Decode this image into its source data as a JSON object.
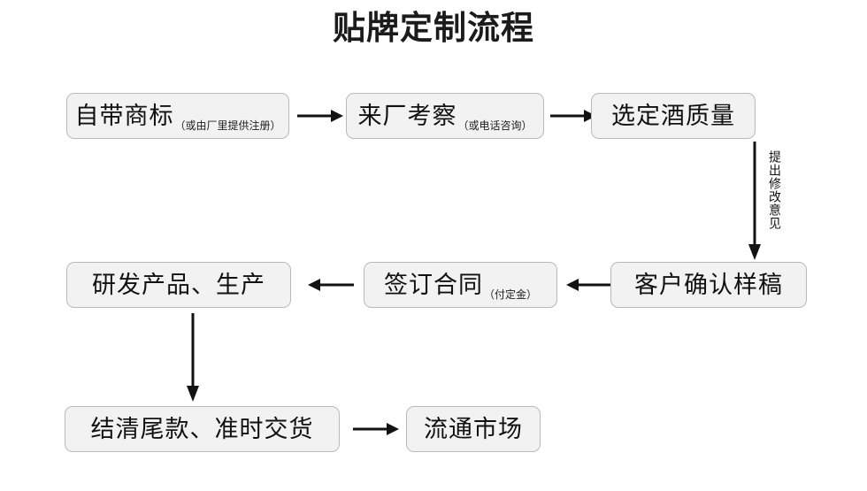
{
  "title": "贴牌定制流程",
  "nodes": [
    {
      "id": "node-own-trademark",
      "main": "自带商标",
      "note": "（或由厂里提供注册）"
    },
    {
      "id": "node-factory-visit",
      "main": "来厂考察",
      "note": "（或电话咨询）"
    },
    {
      "id": "node-select-quality",
      "main": "选定酒质量",
      "note": ""
    },
    {
      "id": "node-customer-confirm",
      "main": "客户确认样稿",
      "note": ""
    },
    {
      "id": "node-sign-contract",
      "main": "签订合同",
      "note": "（付定金）"
    },
    {
      "id": "node-develop-produce",
      "main": "研发产品、生产",
      "note": ""
    },
    {
      "id": "node-settle-deliver",
      "main": "结清尾款、准时交货",
      "note": ""
    },
    {
      "id": "node-market",
      "main": "流通市场",
      "note": ""
    }
  ],
  "annotations": {
    "revision_note": "提出修改意见"
  },
  "colors": {
    "box_fill": "#f2f2f2",
    "box_border": "#b9b9b9",
    "text": "#111111",
    "arrow": "#121212",
    "background": "#ffffff"
  }
}
